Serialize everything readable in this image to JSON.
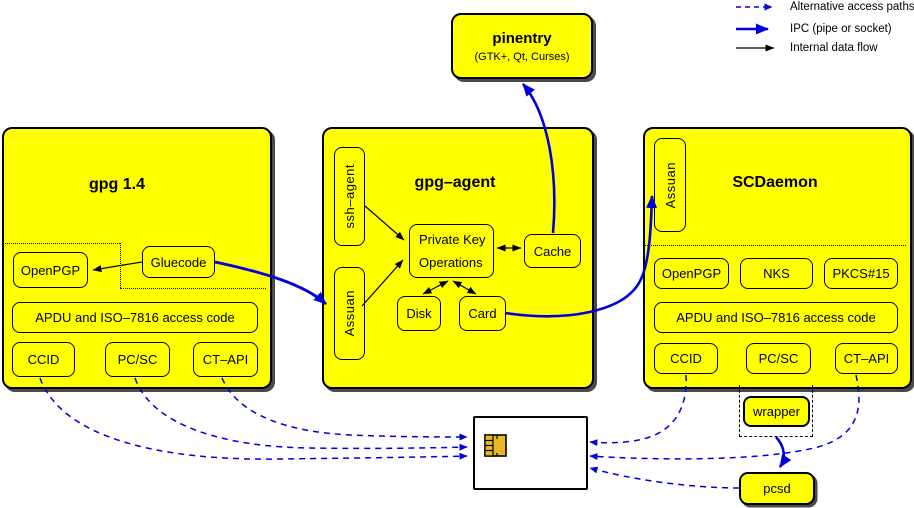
{
  "legend": {
    "items": [
      {
        "label": "Alternative access paths",
        "style": "dashed-blue"
      },
      {
        "label": "IPC (pipe or socket)",
        "style": "solid-blue-thick"
      },
      {
        "label": "Internal data flow",
        "style": "solid-black-thin"
      }
    ]
  },
  "pinentry": {
    "title": "pinentry",
    "subtitle": "(GTK+, Qt, Curses)"
  },
  "gpg14": {
    "title": "gpg 1.4",
    "openpgp": "OpenPGP",
    "gluecode": "Gluecode",
    "apdu": "APDU and ISO–7816 access code",
    "ccid": "CCID",
    "pcsc": "PC/SC",
    "ctapi": "CT–API"
  },
  "agent": {
    "title": "gpg–agent",
    "ssh_agent": "ssh–agent",
    "assuan": "Assuan",
    "pko1": "Private Key",
    "pko2": "Operations",
    "cache": "Cache",
    "disk": "Disk",
    "card": "Card"
  },
  "scd": {
    "title": "SCDaemon",
    "assuan": "Assuan",
    "openpgp": "OpenPGP",
    "nks": "NKS",
    "pkcs15": "PKCS#15",
    "apdu": "APDU and ISO–7816 access code",
    "ccid": "CCID",
    "pcsc": "PC/SC",
    "ctapi": "CT–API",
    "wrapper": "wrapper"
  },
  "pcsd": {
    "label": "pcsd"
  },
  "colors": {
    "box_fill": "#ffff00",
    "ipc_blue": "#0000de",
    "line_black": "#000000",
    "card_fill": "#ffffff",
    "chip_gold": "#e8b923",
    "shadow": "#4a4a4a"
  }
}
